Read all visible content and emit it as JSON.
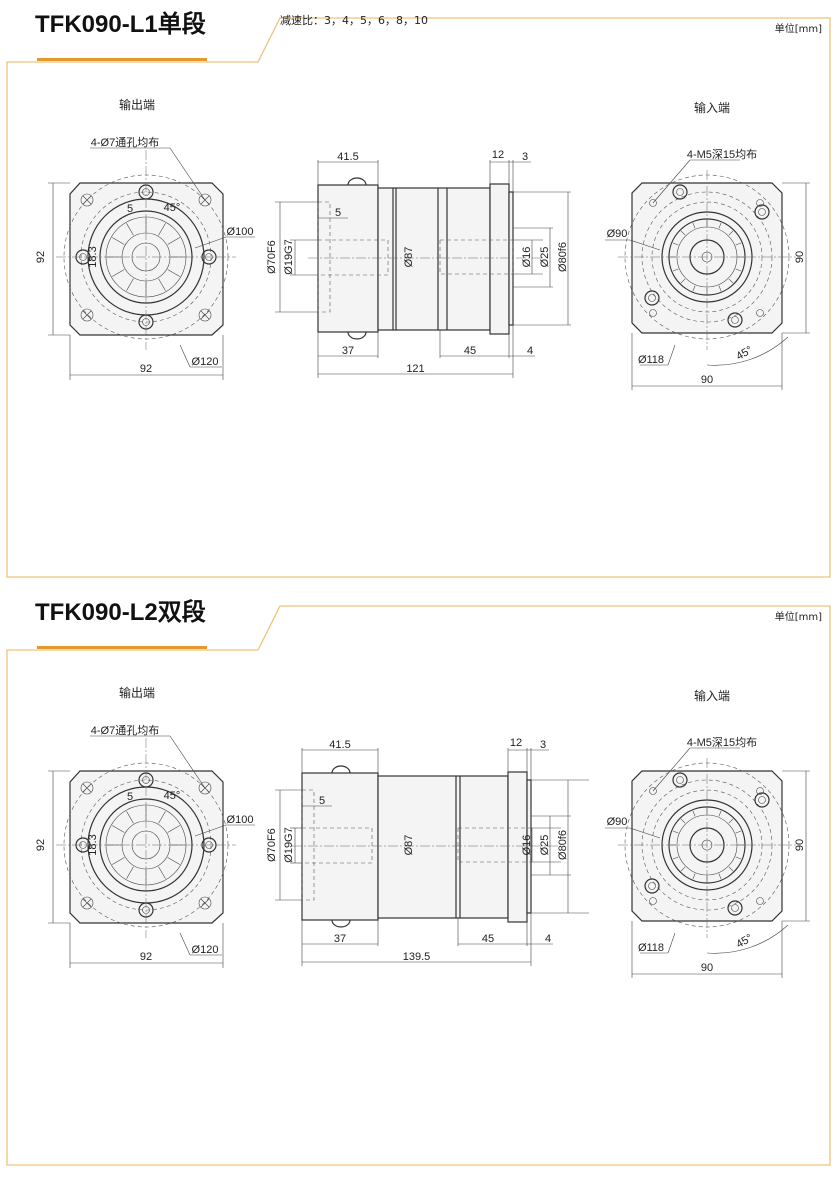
{
  "colors": {
    "frame": "#f0c27a",
    "accent": "#e39a2e",
    "line": "#333333"
  },
  "panels": [
    {
      "title": "TFK090-L1单段",
      "ratio": "减速比：3，4，5，6，8，10",
      "unit": "单位[mm]",
      "output_heading": "输出端",
      "input_heading": "输入端",
      "output_view": {
        "holes": "4-Ø7通孔均布",
        "pcd": "Ø100",
        "outer": "Ø120",
        "width": "92",
        "height": "92",
        "key": "5",
        "angle": "45°",
        "key_height": "18.3"
      },
      "side_view": {
        "top_left": "41.5",
        "flange": "12",
        "pilot": "3",
        "key": "5",
        "d_output": "Ø70F6",
        "d_bore": "Ø19G7",
        "d_body": "Ø87",
        "d_in1": "Ø16",
        "d_in2": "Ø25",
        "d_spigot": "Ø80f6",
        "bottom_left": "37",
        "bottom_right": "45",
        "bottom_pilot": "4",
        "total": "121"
      },
      "input_view": {
        "holes": "4-M5深15均布",
        "pcd": "Ø90",
        "outer": "Ø118",
        "angle": "45°",
        "width": "90",
        "height": "90"
      }
    },
    {
      "title": "TFK090-L2双段",
      "ratio": "",
      "unit": "单位[mm]",
      "output_heading": "输出端",
      "input_heading": "输入端",
      "output_view": {
        "holes": "4-Ø7通孔均布",
        "pcd": "Ø100",
        "outer": "Ø120",
        "width": "92",
        "height": "92",
        "key": "5",
        "angle": "45°",
        "key_height": "18.3"
      },
      "side_view": {
        "top_left": "41.5",
        "flange": "12",
        "pilot": "3",
        "key": "5",
        "d_output": "Ø70F6",
        "d_bore": "Ø19G7",
        "d_body": "Ø87",
        "d_in1": "Ø16",
        "d_in2": "Ø25",
        "d_spigot": "Ø80f6",
        "bottom_left": "37",
        "bottom_right": "45",
        "bottom_pilot": "4",
        "total": "139.5"
      },
      "input_view": {
        "holes": "4-M5深15均布",
        "pcd": "Ø90",
        "outer": "Ø118",
        "angle": "45°",
        "width": "90",
        "height": "90"
      }
    }
  ]
}
